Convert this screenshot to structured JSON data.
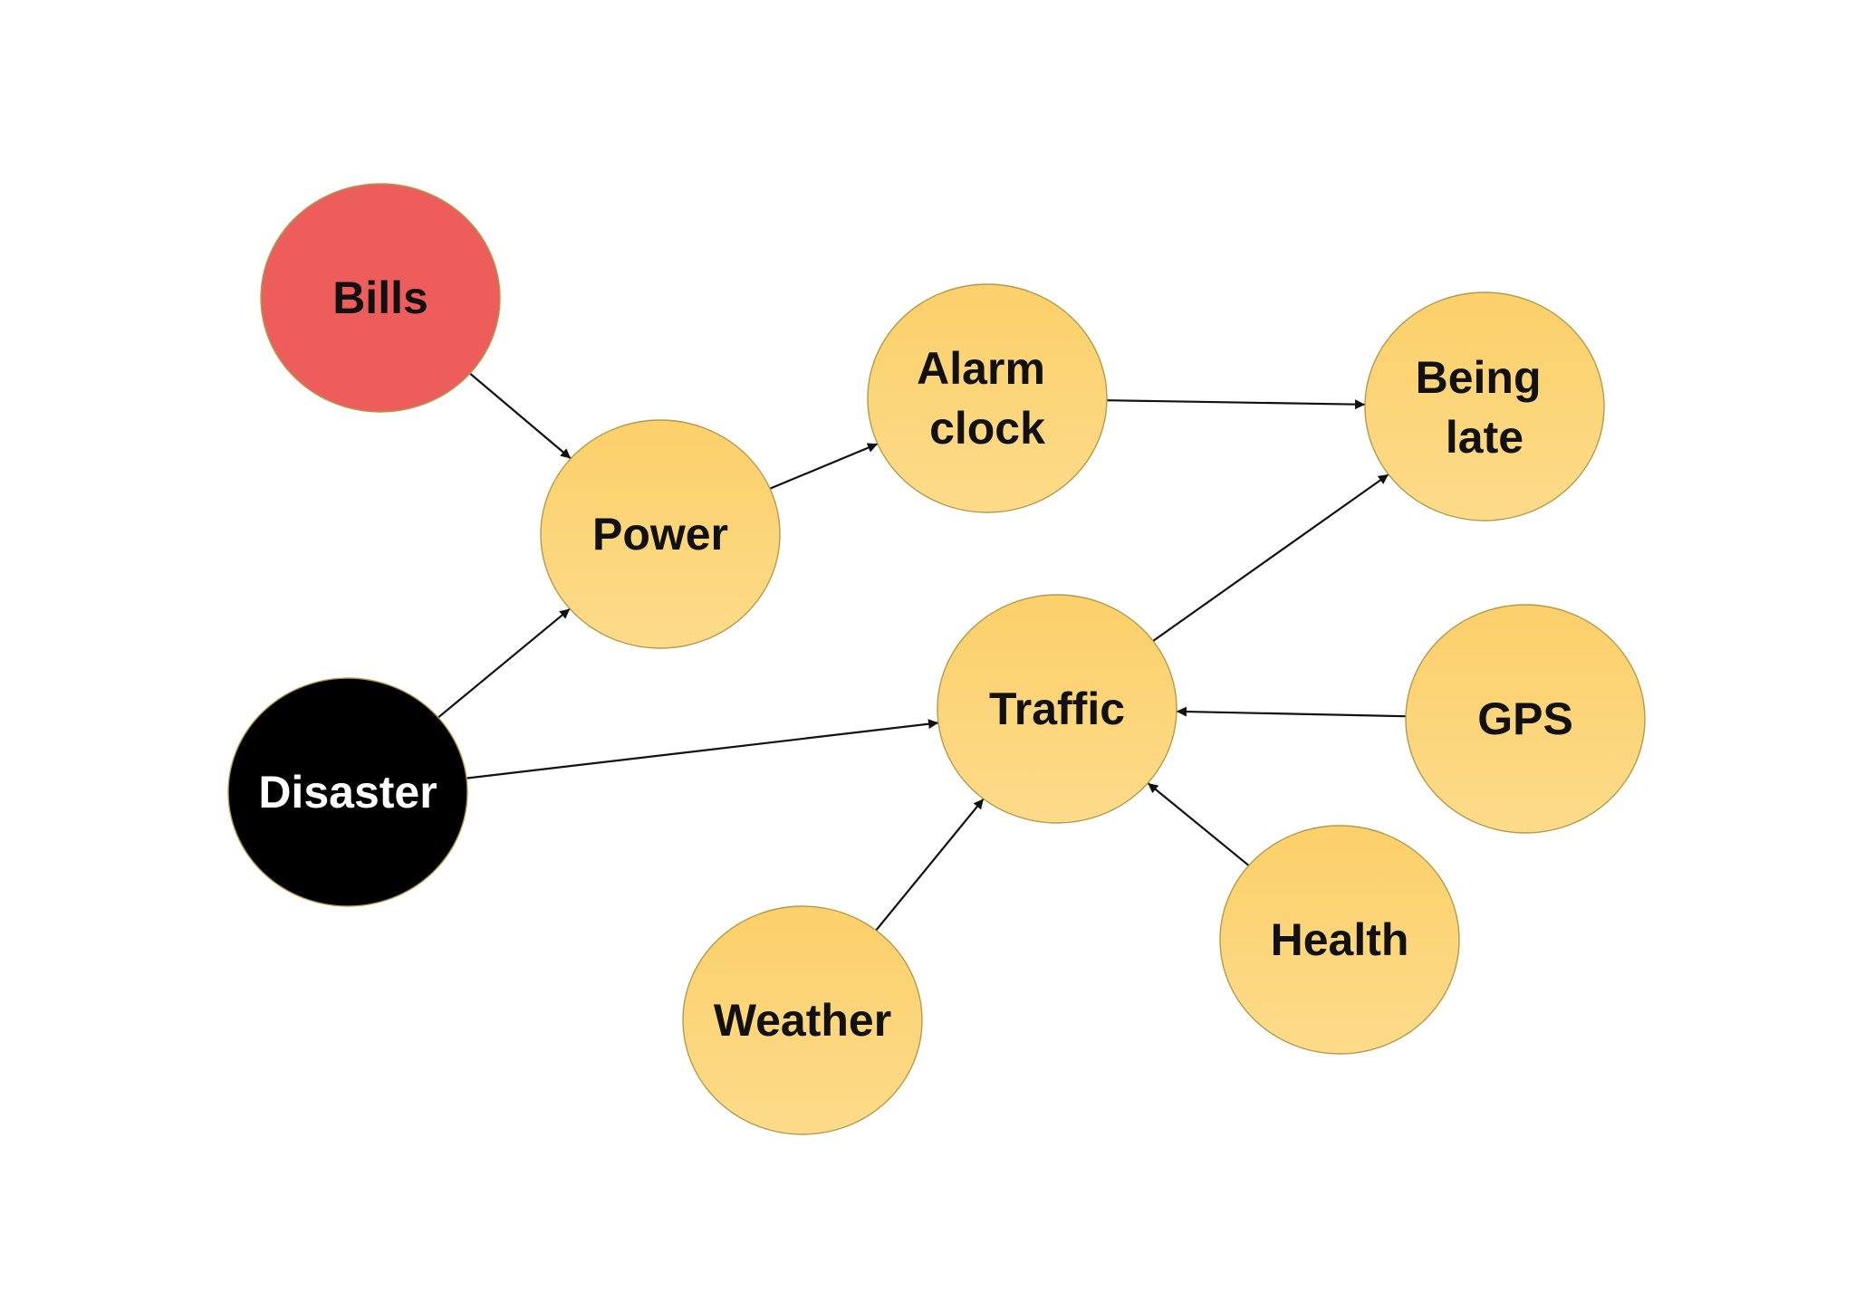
{
  "diagram": {
    "colors": {
      "node_default_fill": "#FDD374",
      "node_bills_fill": "#EC5D5B",
      "node_disaster_fill": "#000000",
      "label_dark": "#111111",
      "label_light": "#FFFFFF",
      "edge": "#111111"
    },
    "nodes": {
      "bills": {
        "label": "Bills",
        "fill": "#EC5D5B",
        "text_color": "#111111"
      },
      "power": {
        "label": "Power",
        "fill": "#FDD374",
        "text_color": "#111111"
      },
      "alarm_clock": {
        "label": "Alarm clock",
        "lines": [
          "Alarm",
          "clock"
        ],
        "fill": "#FDD374",
        "text_color": "#111111"
      },
      "being_late": {
        "label": "Being late",
        "lines": [
          "Being",
          "late"
        ],
        "fill": "#FDD374",
        "text_color": "#111111"
      },
      "traffic": {
        "label": "Traffic",
        "fill": "#FDD374",
        "text_color": "#111111"
      },
      "gps": {
        "label": "GPS",
        "fill": "#FDD374",
        "text_color": "#111111"
      },
      "disaster": {
        "label": "Disaster",
        "fill": "#000000",
        "text_color": "#FFFFFF"
      },
      "health": {
        "label": "Health",
        "fill": "#FDD374",
        "text_color": "#111111"
      },
      "weather": {
        "label": "Weather",
        "fill": "#FDD374",
        "text_color": "#111111"
      }
    },
    "edges": [
      {
        "from": "bills",
        "to": "power"
      },
      {
        "from": "disaster",
        "to": "power"
      },
      {
        "from": "power",
        "to": "alarm_clock"
      },
      {
        "from": "alarm_clock",
        "to": "being_late"
      },
      {
        "from": "traffic",
        "to": "being_late"
      },
      {
        "from": "disaster",
        "to": "traffic"
      },
      {
        "from": "gps",
        "to": "traffic"
      },
      {
        "from": "health",
        "to": "traffic"
      },
      {
        "from": "weather",
        "to": "traffic"
      }
    ]
  }
}
